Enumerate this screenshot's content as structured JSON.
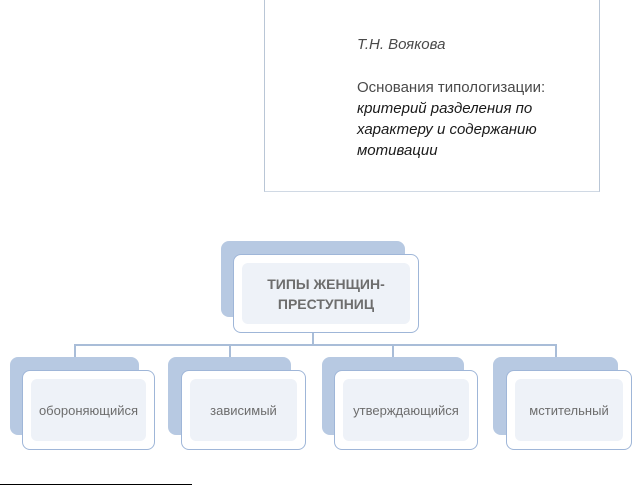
{
  "infobox": {
    "author": "Т.Н. Воякова",
    "basis_label": "Основания типологизации:",
    "criterion": "критерий разделения по характеру и содержанию мотивации"
  },
  "diagram": {
    "root": {
      "label": "ТИПЫ ЖЕНЩИН-ПРЕСТУПНИЦ"
    },
    "children": [
      {
        "label": "обороняющийся"
      },
      {
        "label": "зависимый"
      },
      {
        "label": "утверждающийся"
      },
      {
        "label": "мстительный"
      }
    ]
  },
  "colors": {
    "shadow": "#b7c9e2",
    "border": "#9fb6d8",
    "text": "#6d6d6d"
  }
}
